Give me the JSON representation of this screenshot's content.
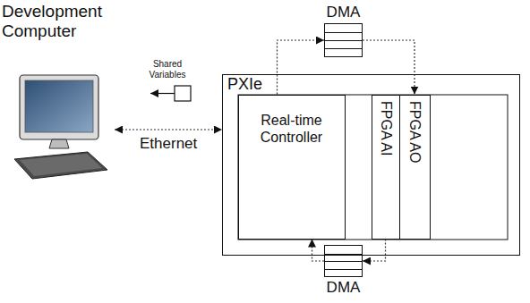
{
  "diagram": {
    "nodes": [
      {
        "text": [
          "Development Computer"
        ]
      },
      {
        "text": [
          "PXIe"
        ]
      },
      {
        "text": [
          "Real-time Controller"
        ],
        "in": 1
      },
      {
        "text": [
          "FPGA AI"
        ],
        "in": 1
      },
      {
        "text": [
          "FPGA AO"
        ],
        "in": 1
      },
      {
        "text": [
          "DMA"
        ]
      },
      {
        "text": [
          "DMA"
        ]
      }
    ],
    "edges": [
      {
        "from": 0,
        "to": 1,
        "arrow": "both",
        "label": "Ethernet"
      },
      {
        "from": 2,
        "to": 5,
        "arrow": "to"
      },
      {
        "from": 5,
        "to": 4,
        "arrow": "to"
      },
      {
        "from": 3,
        "to": 6,
        "arrow": "to"
      },
      {
        "from": 6,
        "to": 2,
        "arrow": "to"
      }
    ],
    "labels": [
      "Shared Variables"
    ]
  }
}
